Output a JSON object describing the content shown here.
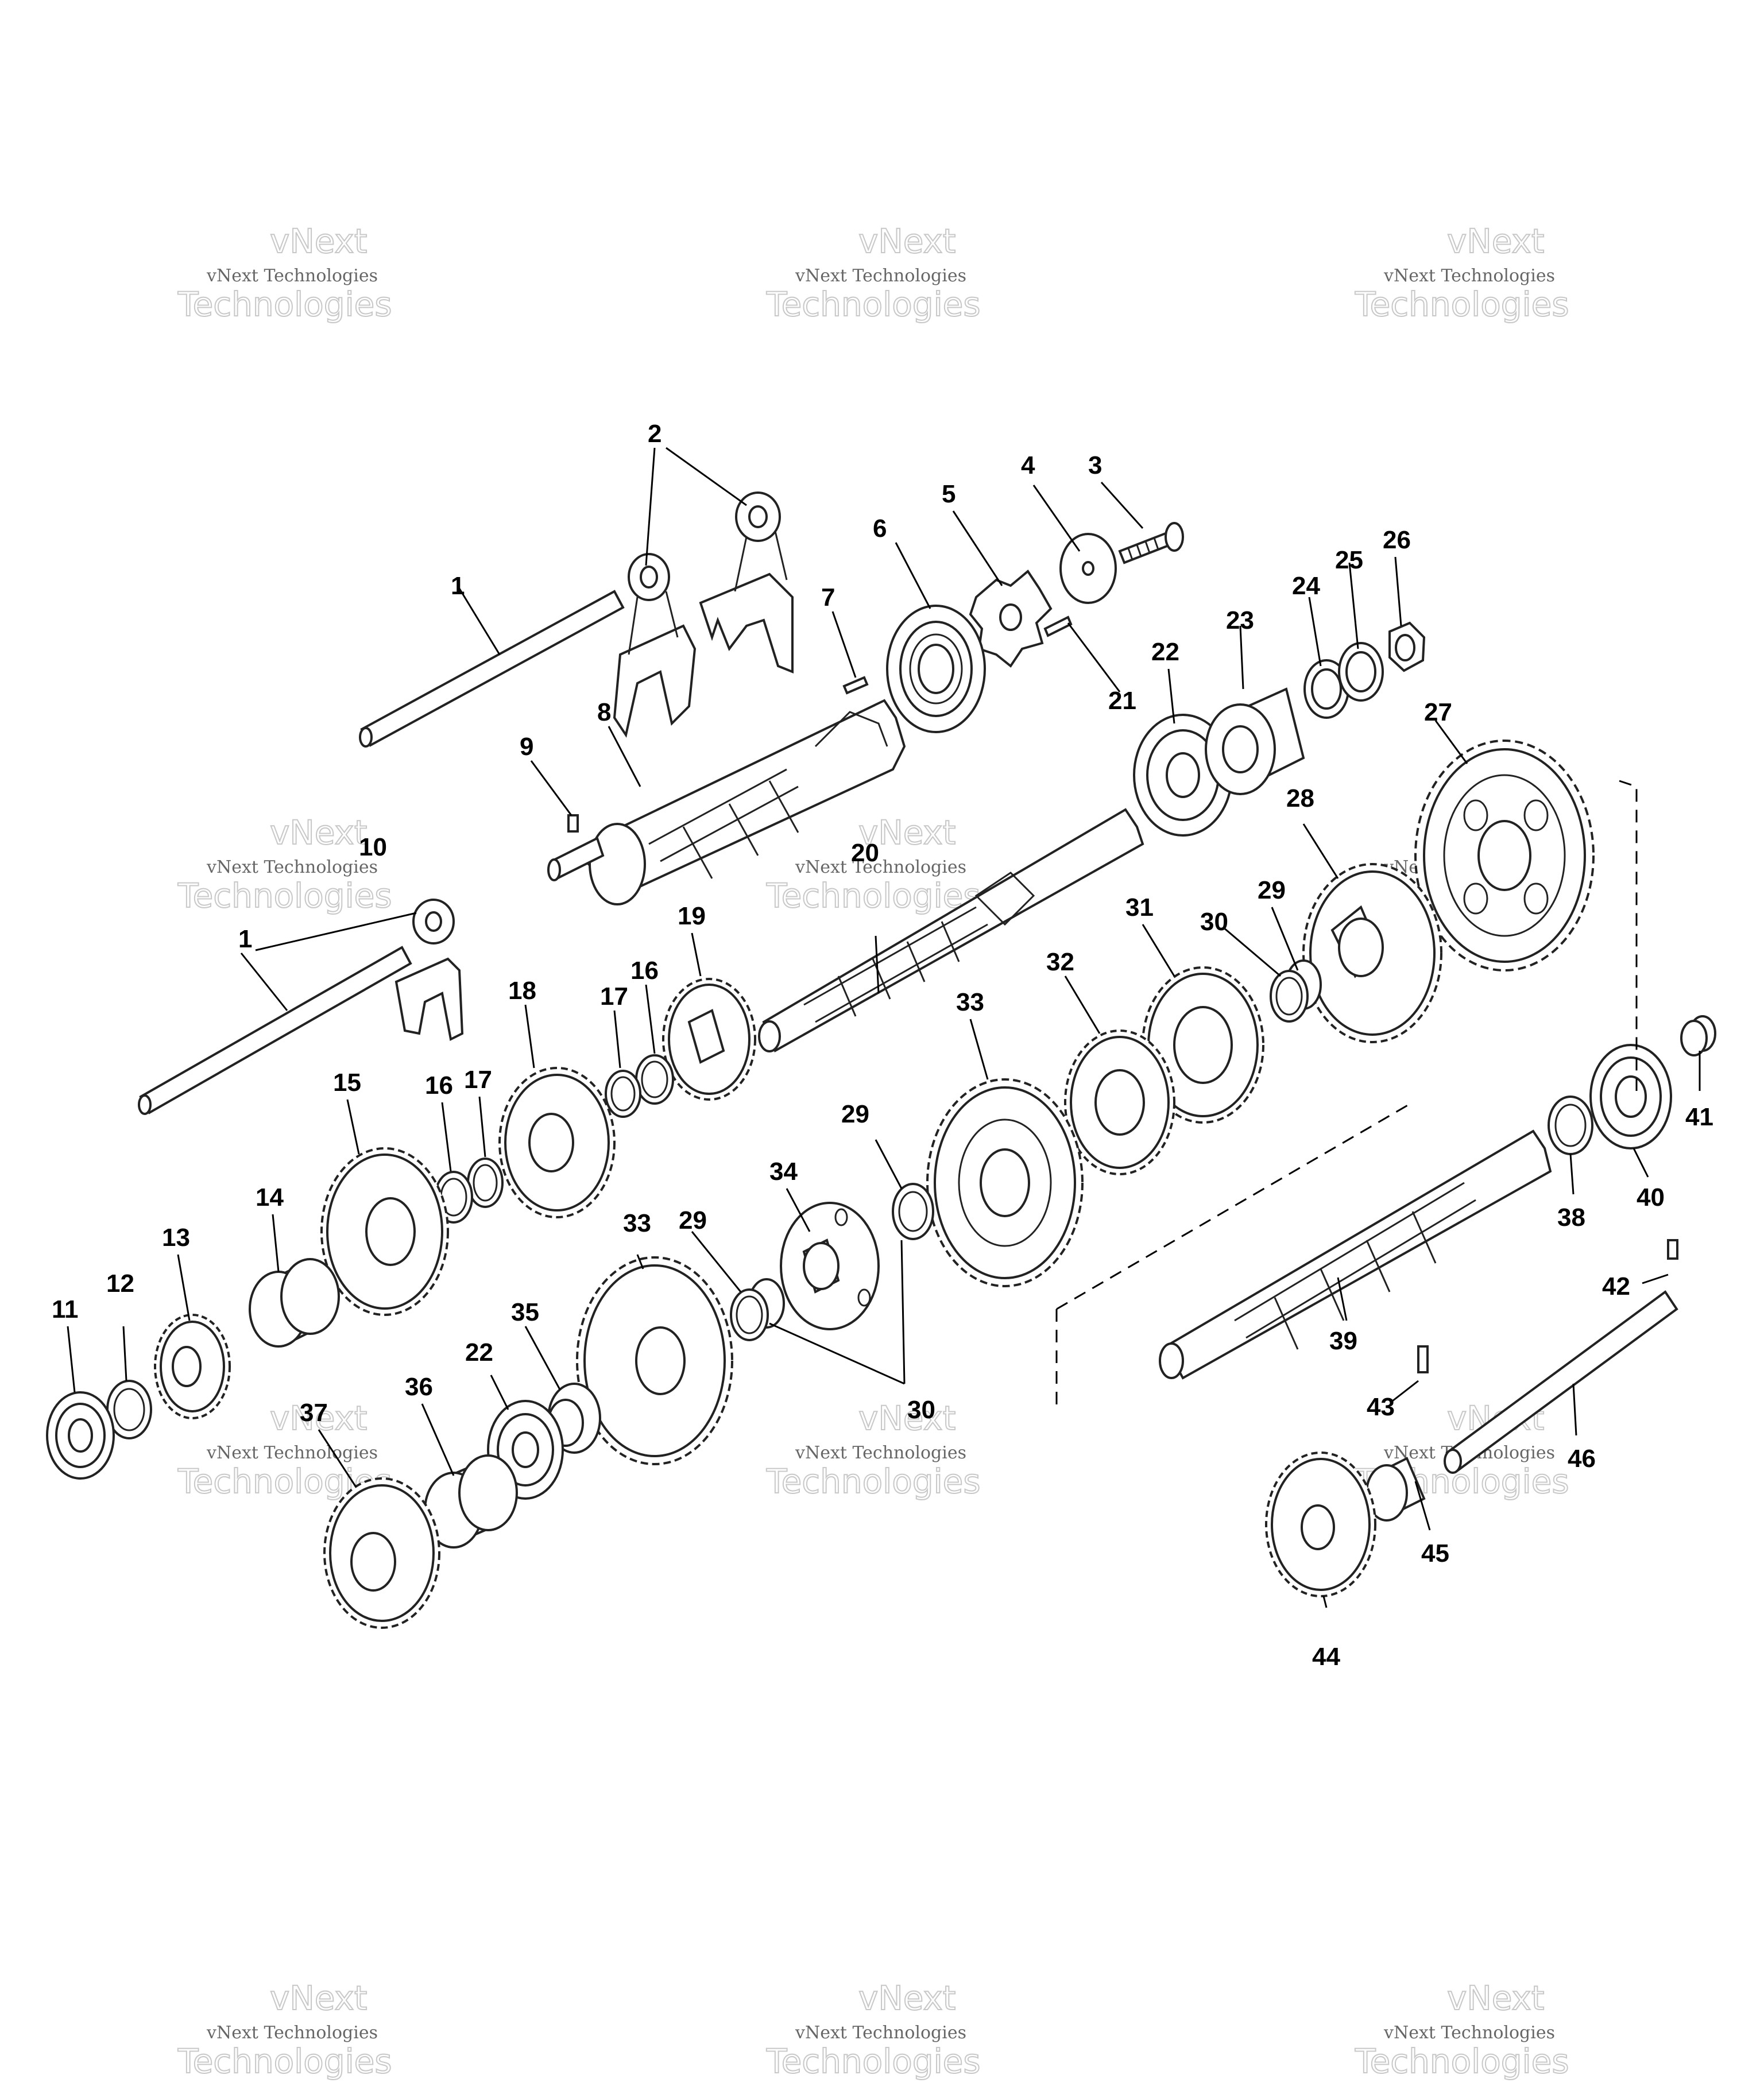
{
  "watermark": {
    "line1": "vNext",
    "line2": "vNext Technologies",
    "line3": "Technologies"
  },
  "callouts": [
    "1",
    "2",
    "3",
    "4",
    "5",
    "6",
    "7",
    "8",
    "9",
    "10",
    "1",
    "11",
    "12",
    "13",
    "14",
    "15",
    "16",
    "17",
    "17",
    "16",
    "18",
    "19",
    "20",
    "21",
    "22",
    "23",
    "24",
    "25",
    "26",
    "27",
    "28",
    "29",
    "30",
    "31",
    "32",
    "33",
    "29",
    "34",
    "30",
    "29",
    "33",
    "35",
    "22",
    "36",
    "37",
    "38",
    "39",
    "40",
    "41",
    "42",
    "43",
    "44",
    "45",
    "46"
  ]
}
